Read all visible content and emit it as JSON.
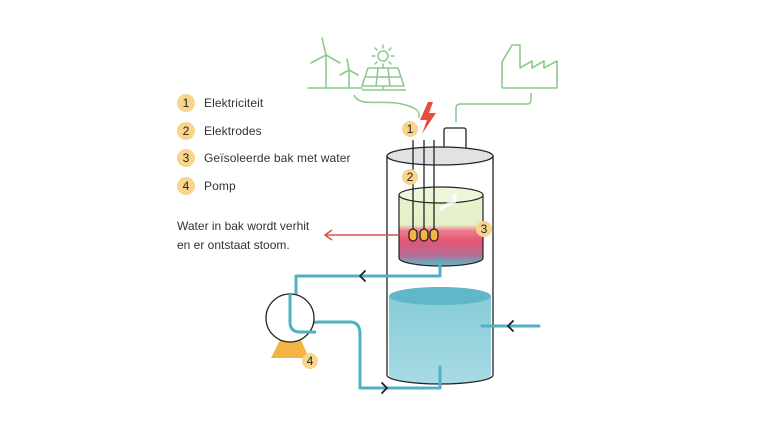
{
  "legend": [
    {
      "num": "1",
      "label": "Elektriciteit"
    },
    {
      "num": "2",
      "label": "Elektrodes"
    },
    {
      "num": "3",
      "label": "Geïsoleerde bak met water"
    },
    {
      "num": "4",
      "label": "Pomp"
    }
  ],
  "description": {
    "line1": "Water in bak wordt verhit",
    "line2": "en er ontstaat stoom."
  },
  "markers": {
    "m1": "1",
    "m2": "2",
    "m3": "3",
    "m4": "4"
  },
  "colors": {
    "badge": "#f8d58a",
    "renewables": "#8cc98c",
    "pipe": "#4fb1c2",
    "heat": "#e8506c",
    "bolt": "#e94b3c",
    "arrow": "#d9534f"
  },
  "icons": [
    "wind-turbine-icon",
    "solar-panel-icon",
    "sun-icon",
    "factory-icon",
    "lightning-bolt-icon"
  ]
}
